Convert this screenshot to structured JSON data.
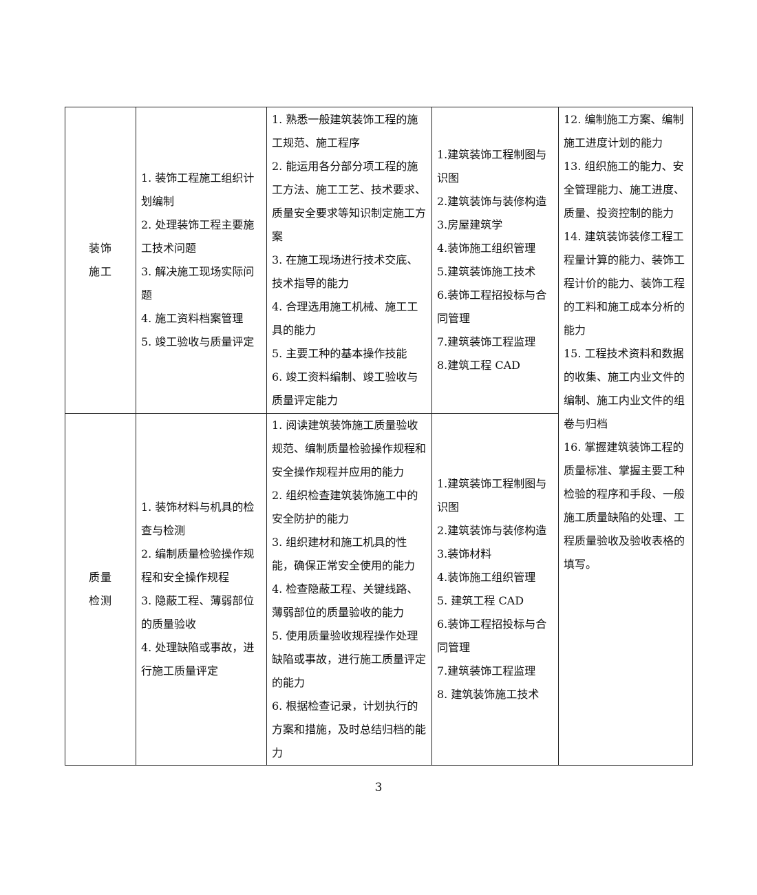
{
  "table": {
    "rows": [
      {
        "area": "装饰施工",
        "tasks": [
          "1. 装饰工程施工组织计划编制",
          "2. 处理装饰工程主要施工技术问题",
          "3. 解决施工现场实际问题",
          "4. 施工资料档案管理",
          "5. 竣工验收与质量评定"
        ],
        "abilities": [
          "1. 熟悉一般建筑装饰工程的施工规范、施工程序",
          "2. 能运用各分部分项工程的施工方法、施工工艺、技术要求、质量安全要求等知识制定施工方案",
          "3. 在施工现场进行技术交底、技术指导的能力",
          "4. 合理选用施工机械、施工工具的能力",
          "5. 主要工种的基本操作技能",
          "6. 竣工资料编制、竣工验收与质量评定能力"
        ],
        "courses": [
          "1.建筑装饰工程制图与识图",
          "2.建筑装饰与装修构造",
          "3.房屋建筑学",
          "4.装饰施工组织管理",
          "5.建筑装饰施工技术",
          "6.装饰工程招投标与合同管理",
          "7.建筑装饰工程监理",
          "8.建筑工程 CAD"
        ]
      },
      {
        "area": "质量检测",
        "tasks": [
          "1. 装饰材料与机具的检查与检测",
          "2. 编制质量检验操作规程和安全操作规程",
          "3. 隐蔽工程、薄弱部位的质量验收",
          "4.  处理缺陷或事故，进行施工质量评定"
        ],
        "abilities": [
          "1. 阅读建筑装饰施工质量验收规范、编制质量检验操作规程和安全操作规程并应用的能力",
          "2. 组织检查建筑装饰施工中的安全防护的能力",
          "3. 组织建材和施工机具的性能，确保正常安全使用的能力",
          "4. 检查隐蔽工程、关键线路、薄弱部位的质量验收的能力",
          "5. 使用质量验收规程操作处理缺陷或事故，进行施工质量评定的能力",
          "6. 根据检查记录，计划执行的方案和措施，及时总结归档的能力"
        ],
        "courses": [
          "1.建筑装饰工程制图与识图",
          "2.建筑装饰与装修构造",
          "3.装饰材料",
          "4.装饰施工组织管理",
          "5.  建筑工程 CAD",
          "6.装饰工程招投标与合同管理",
          "7.建筑装饰工程监理",
          "8.  建筑装饰施工技术"
        ]
      }
    ],
    "general_abilities": [
      "12. 编制施工方案、编制施工进度计划的能力",
      "13. 组织施工的能力、安全管理能力、施工进度、质量、投资控制的能力",
      "14. 建筑装饰装修工程工程量计算的能力、装饰工程计价的能力、装饰工程的工料和施工成本分析的能力",
      "15. 工程技术资料和数据的收集、施工内业文件的编制、施工内业文件的组卷与归档",
      "16. 掌握建筑装饰工程的质量标准、掌握主要工种检验的程序和手段、一般施工质量缺陷的处理、工程质量验收及验收表格的填写。"
    ]
  },
  "page": {
    "number": "3"
  }
}
